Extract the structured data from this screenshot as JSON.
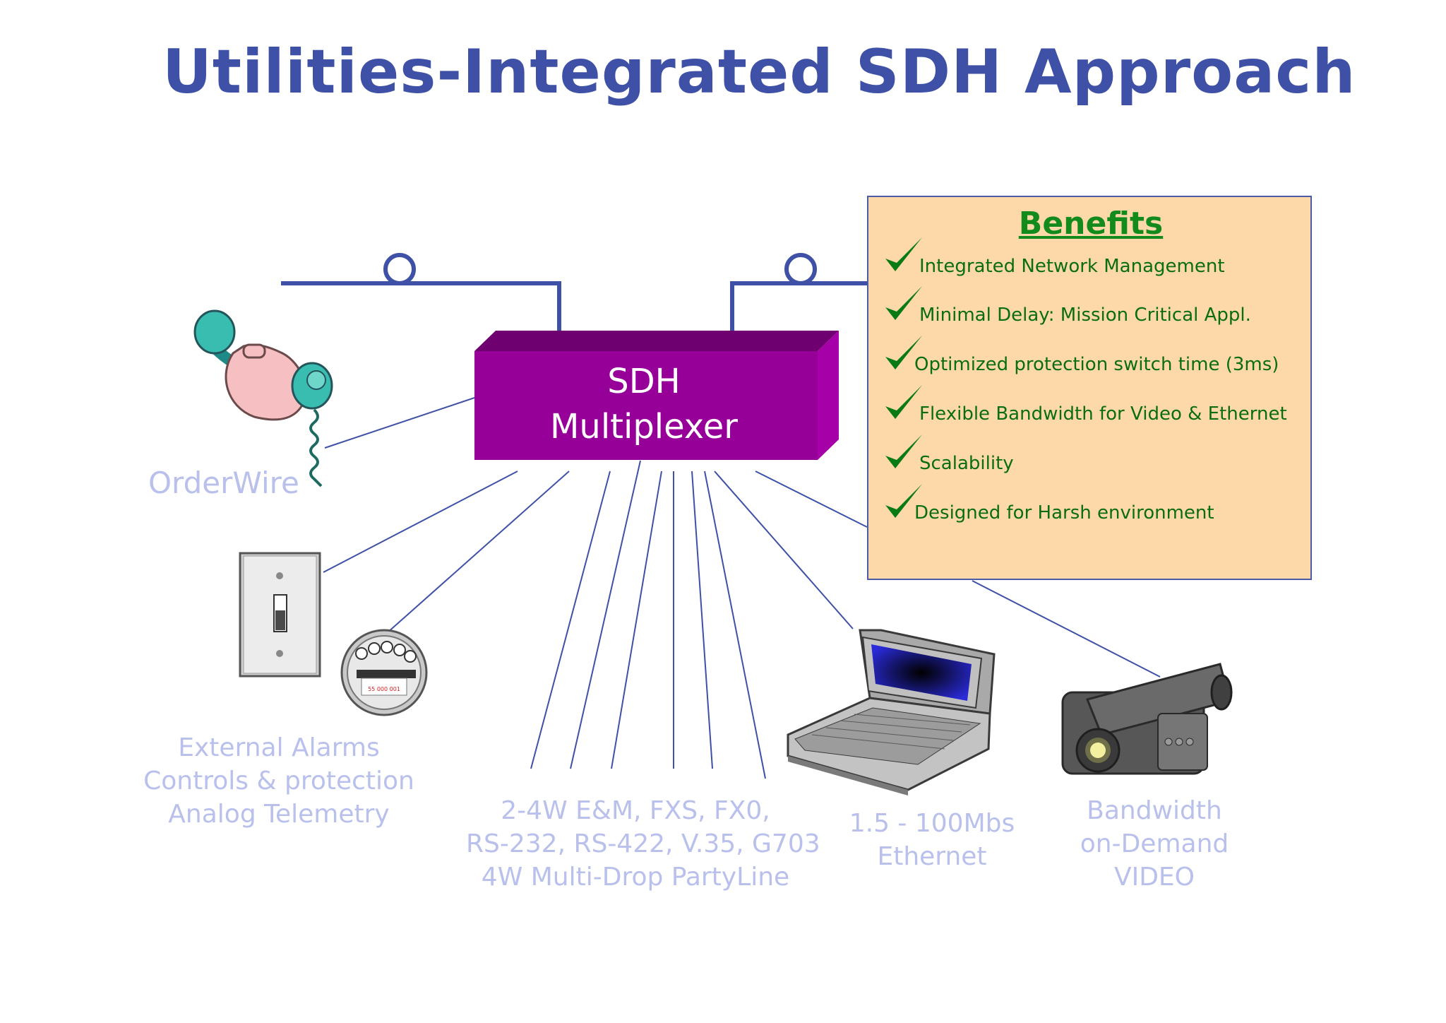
{
  "title": "Utilities-Integrated SDH Approach",
  "multiplexer": {
    "line1": "SDH",
    "line2": "Multiplexer"
  },
  "benefits": {
    "heading": "Benefits",
    "items": [
      "Integrated Network Management",
      "Minimal Delay: Mission Critical Appl.",
      "Optimized protection switch time (3ms)",
      "Flexible Bandwidth for Video & Ethernet",
      "Scalability",
      "Designed for Harsh environment"
    ]
  },
  "captions": {
    "orderwire": "OrderWire",
    "alarms": [
      "External Alarms",
      "Controls & protection",
      "Analog Telemetry"
    ],
    "ports": [
      "2-4W E&M, FXS, FX0,",
      "RS-232, RS-422, V.35, G703",
      "4W Multi-Drop PartyLine"
    ],
    "ethernet": [
      "1.5 - 100Mbs",
      "Ethernet"
    ],
    "video": [
      "Bandwidth",
      "on-Demand",
      "VIDEO"
    ]
  },
  "meter_reading": "55 000 001",
  "colors": {
    "title": "#3f51a6",
    "multiplexer": "#970098",
    "caption": "#b9c0ec",
    "benefits_bg": "#fdd9aa",
    "benefits_text": "#0b6d12",
    "check": "#0a7a14",
    "line": "#3f51a6"
  }
}
